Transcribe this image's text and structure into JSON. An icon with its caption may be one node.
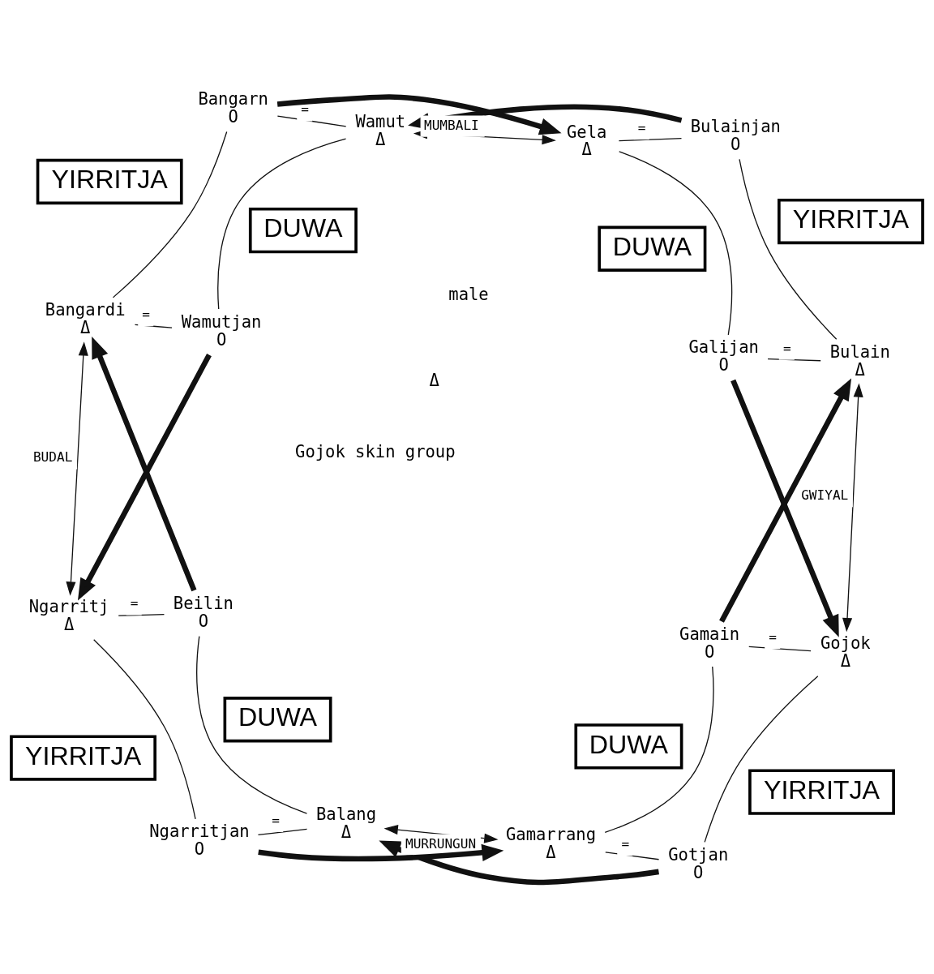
{
  "diagram": {
    "nodes": [
      {
        "text": [
          "YIRRITJA"
        ]
      },
      {
        "text": [
          "Gotjan"
        ],
        "beside": [
          "O"
        ]
      },
      {
        "text": [
          "Gojok"
        ],
        "beside": [
          "Δ"
        ]
      },
      {
        "text": [
          "Gamarrang"
        ],
        "beside": [
          "Δ"
        ]
      },
      {
        "text": [
          "Gamain"
        ],
        "beside": [
          "O"
        ]
      },
      {
        "text": [
          "DUWA"
        ]
      },
      {
        "text": [
          "DUWA"
        ]
      },
      {
        "text": [
          "Balang"
        ],
        "beside": [
          "Δ"
        ]
      },
      {
        "text": [
          "Beilin"
        ],
        "beside": [
          "O"
        ]
      },
      {
        "text": [
          "Ngarritjan"
        ],
        "beside": [
          "O"
        ]
      },
      {
        "text": [
          "Ngarritj"
        ],
        "beside": [
          "Δ"
        ]
      },
      {
        "text": [
          "YIRRITJA"
        ]
      },
      {
        "text": [
          "YIRRITJA"
        ]
      },
      {
        "text": [
          "Bulain"
        ],
        "beside": [
          "Δ"
        ]
      },
      {
        "text": [
          "Bulainjan"
        ],
        "beside": [
          "O"
        ]
      },
      {
        "text": [
          "Galijan"
        ],
        "beside": [
          "O"
        ]
      },
      {
        "text": [
          "Gela"
        ],
        "beside": [
          "Δ"
        ]
      },
      {
        "text": [
          "DUWA"
        ]
      },
      {
        "text": [
          "DUWA"
        ]
      },
      {
        "text": [
          "Wamutjan"
        ],
        "beside": [
          "O"
        ]
      },
      {
        "text": [
          "Wamut"
        ],
        "beside": [
          "Δ"
        ]
      },
      {
        "text": [
          "Bangardi"
        ],
        "beside": [
          "Δ"
        ]
      },
      {
        "text": [
          "Bangarn"
        ],
        "beside": [
          "O"
        ]
      },
      {
        "text": [
          "YIRRITJA"
        ]
      }
    ],
    "edges": [
      {
        "from": 1,
        "to": 2,
        "arrow": "none"
      },
      {
        "from": 3,
        "to": 4,
        "arrow": "none"
      },
      {
        "from": 7,
        "to": 8,
        "arrow": "none"
      },
      {
        "from": 9,
        "to": 10,
        "arrow": "none"
      },
      {
        "from": 13,
        "to": 14,
        "arrow": "none"
      },
      {
        "from": 15,
        "to": 16,
        "arrow": "none"
      },
      {
        "from": 19,
        "to": 20,
        "arrow": "none"
      },
      {
        "from": 21,
        "to": 22,
        "arrow": "none"
      },
      {
        "from": 1,
        "to": 3,
        "arrow": "none",
        "label": "="
      },
      {
        "from": 2,
        "to": 4,
        "arrow": "none",
        "label": "="
      },
      {
        "from": 7,
        "to": 9,
        "arrow": "none",
        "label": "="
      },
      {
        "from": 8,
        "to": 10,
        "arrow": "none",
        "label": "="
      },
      {
        "from": 13,
        "to": 15,
        "arrow": "none",
        "label": "="
      },
      {
        "from": 14,
        "to": 16,
        "arrow": "none",
        "label": "="
      },
      {
        "from": 19,
        "to": 21,
        "arrow": "none",
        "label": "="
      },
      {
        "from": 20,
        "to": 22,
        "arrow": "none",
        "label": "="
      },
      {
        "from": 1,
        "to": 7,
        "arrow": "to",
        "style": "thick"
      },
      {
        "from": 8,
        "to": 21,
        "arrow": "to",
        "style": "thick"
      },
      {
        "from": 22,
        "to": 16,
        "arrow": "to",
        "style": "thick"
      },
      {
        "from": 15,
        "to": 2,
        "arrow": "to",
        "style": "thick"
      },
      {
        "from": 9,
        "to": 3,
        "arrow": "to",
        "style": "thick"
      },
      {
        "from": 4,
        "to": 13,
        "arrow": "to",
        "style": "thick"
      },
      {
        "from": 14,
        "to": 20,
        "arrow": "to",
        "style": "thick"
      },
      {
        "from": 19,
        "to": 10,
        "arrow": "to",
        "style": "thick"
      },
      {
        "from": 2,
        "to": 13,
        "arrow": "both",
        "label": "GWIYAL"
      },
      {
        "from": 3,
        "to": 7,
        "arrow": "both",
        "label": "MURRUNGUN"
      },
      {
        "from": 20,
        "to": 16,
        "arrow": "both",
        "label": "MUMBALI"
      },
      {
        "from": 10,
        "to": 21,
        "arrow": "both",
        "label": "BUDAL"
      }
    ],
    "labels": [
      "Gojok skin group",
      "Δ",
      "male"
    ]
  }
}
